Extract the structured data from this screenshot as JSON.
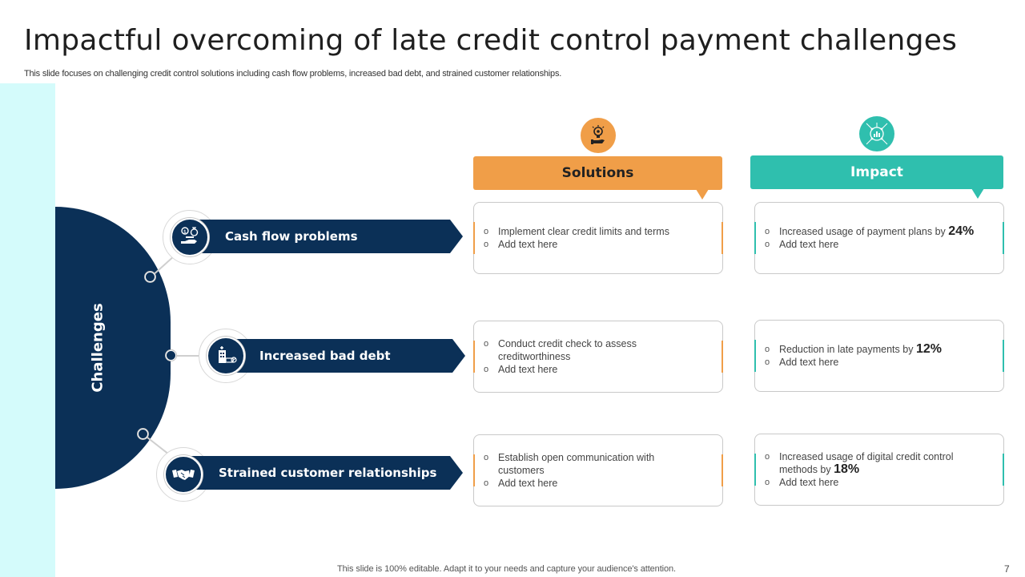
{
  "header": {
    "title": "Impactful overcoming of late credit control payment challenges",
    "subtitle": "This slide focuses on challenging credit control solutions including cash flow problems, increased bad debt, and strained customer relationships."
  },
  "left_panel": {
    "label": "Challenges"
  },
  "columns": {
    "solutions": {
      "label": "Solutions",
      "icon": "lightbulb-hand-icon",
      "color": "#f09e48"
    },
    "impact": {
      "label": "Impact",
      "icon": "analytics-network-icon",
      "color": "#2fbfae"
    }
  },
  "rows": [
    {
      "challenge": "Cash flow problems",
      "icon": "money-hand-icon",
      "solution": [
        "Implement  clear credit limits and terms",
        "Add text here"
      ],
      "impact_text": "Increased  usage of payment  plans by ",
      "impact_value": "24%",
      "impact_extra": "Add text here"
    },
    {
      "challenge": "Increased bad debt",
      "icon": "building-debt-icon",
      "solution": [
        "Conduct credit check to assess creditworthiness",
        "Add text here"
      ],
      "impact_text": "Reduction in late payments by ",
      "impact_value": "12%",
      "impact_extra": "Add text here"
    },
    {
      "challenge": "Strained customer relationships",
      "icon": "handshake-icon",
      "solution": [
        "Establish open communication with customers",
        "Add text here"
      ],
      "impact_text": "Increased  usage of digital credit control methods by ",
      "impact_value": "18%",
      "impact_extra": "Add text here"
    }
  ],
  "colors": {
    "navy": "#0b3057",
    "orange": "#f09e48",
    "teal": "#2fbfae",
    "strip": "#d4fbfb"
  },
  "footer": {
    "note": "This slide is 100% editable. Adapt it to your needs and capture your audience's attention.",
    "page_number": "7"
  }
}
